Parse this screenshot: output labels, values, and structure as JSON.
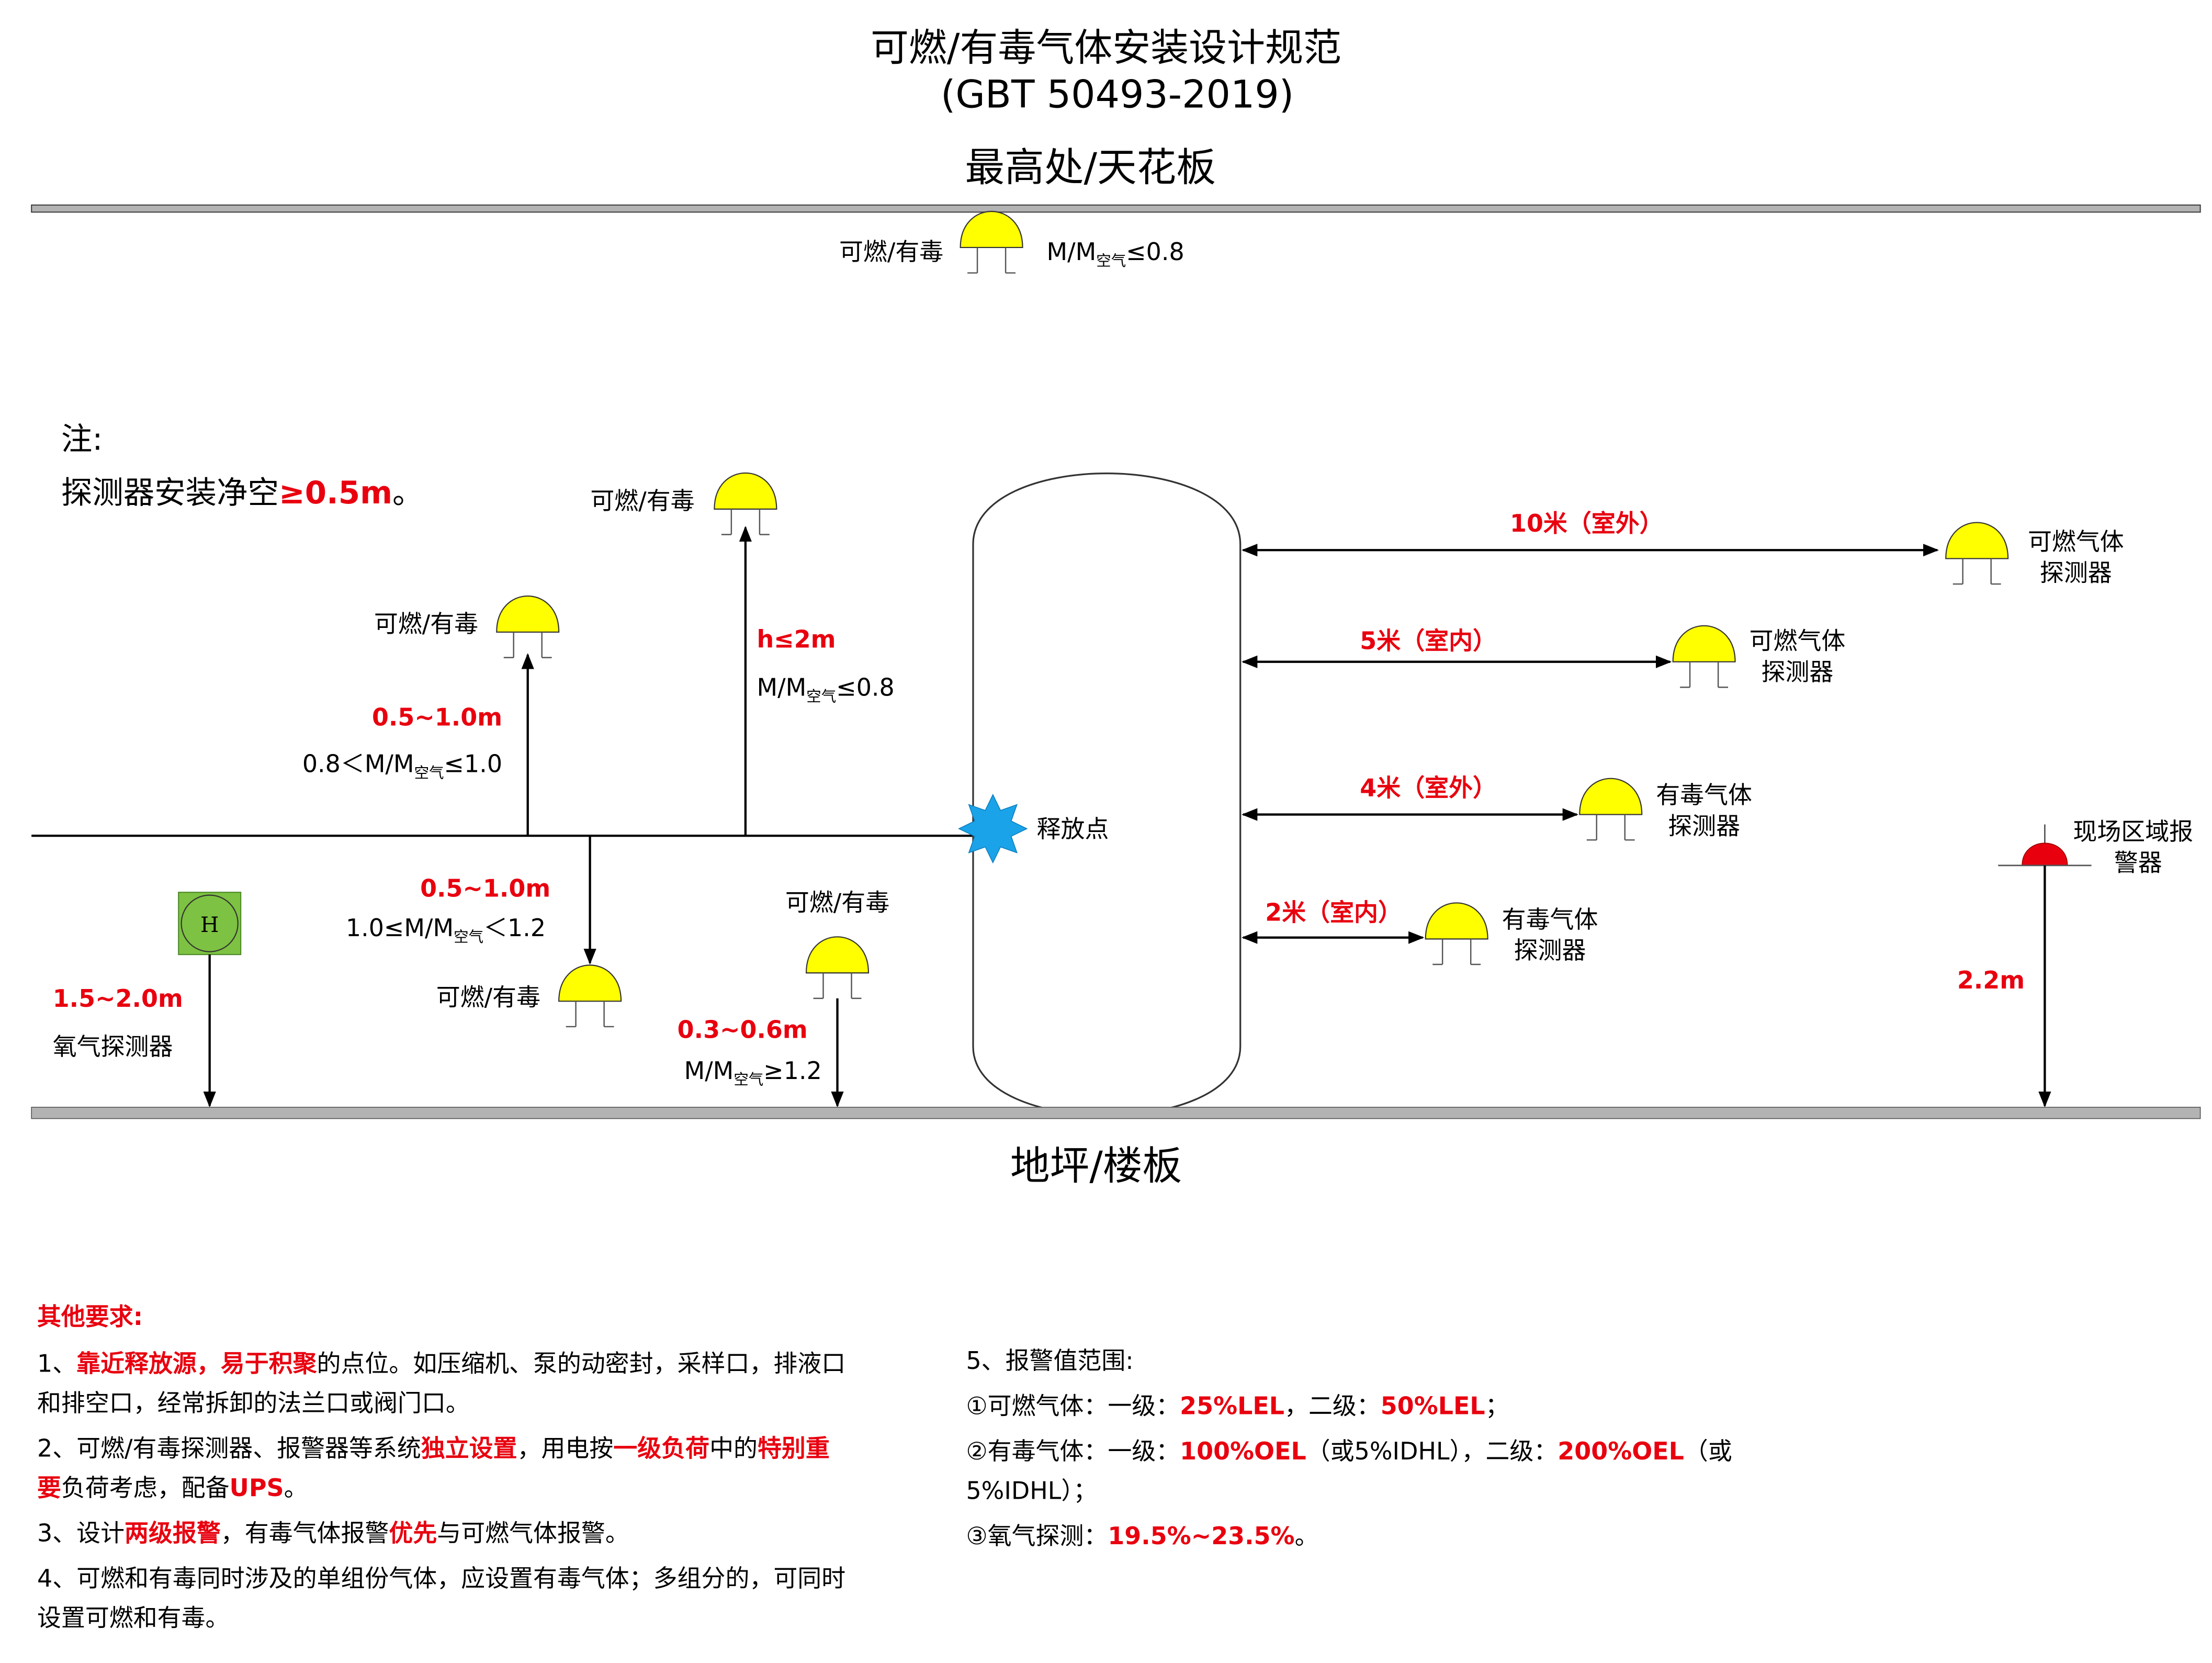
{
  "header": {
    "title": "可燃/有毒气体安装设计规范",
    "standard": "(GBT 50493-2019)",
    "ceiling_label": "最高处/天花板"
  },
  "floor_label": "地坪/楼板",
  "note": {
    "title": "注:",
    "text_pre": "探测器安装净空",
    "text_red": "≥0.5m",
    "text_post": "。"
  },
  "ratio_sub": "空气",
  "ceiling_detector": {
    "label": "可燃/有毒",
    "ratio_pre": "M/M",
    "ratio_post": "≤0.8"
  },
  "pipe_detectors": {
    "high": {
      "label": "可燃/有毒",
      "height": "h≤2m",
      "ratio_pre": "M/M",
      "ratio_post": "≤0.8"
    },
    "mid_up": {
      "label": "可燃/有毒",
      "height": "0.5~1.0m",
      "ratio_pre": "0.8＜M/M",
      "ratio_post": "≤1.0"
    },
    "mid_down": {
      "label": "可燃/有毒",
      "height": "0.5~1.0m",
      "ratio_pre": "1.0≤M/M",
      "ratio_post": "＜1.2"
    },
    "floor": {
      "label": "可燃/有毒",
      "height": "0.3~0.6m",
      "ratio_pre": "M/M",
      "ratio_post": "≥1.2"
    }
  },
  "release_point": "释放点",
  "oxygen_detector": {
    "symbol": "H",
    "height": "1.5~2.0m",
    "label": "氧气探测器"
  },
  "distance_detectors": [
    {
      "distance": "10米（室外）",
      "label_1": "可燃气体",
      "label_2": "探测器"
    },
    {
      "distance": "5米（室内）",
      "label_1": "可燃气体",
      "label_2": "探测器"
    },
    {
      "distance": "4米（室外）",
      "label_1": "有毒气体",
      "label_2": "探测器"
    },
    {
      "distance": "2米（室内）",
      "label_1": "有毒气体",
      "label_2": "探测器"
    }
  ],
  "alarm": {
    "label_1": "现场区域报",
    "label_2": "警器",
    "height": "2.2m"
  },
  "requirements": {
    "title": "其他要求:",
    "r1": {
      "a": "1、",
      "b": "靠近释放源，易于积聚",
      "c": "的点位。如压缩机、泵的动密封，采样口，排液口",
      "d": "和排空口，经常拆卸的法兰口或阀门口。"
    },
    "r2": {
      "a": "2、可燃/有毒探测器、报警器等系统",
      "b": "独立设置",
      "c": "，用电按",
      "d": "一级负荷",
      "e": "中的",
      "f": "特别重",
      "g": "要",
      "h": "负荷考虑，配备",
      "i": "UPS",
      "j": "。"
    },
    "r3": {
      "a": "3、设计",
      "b": "两级报警",
      "c": "，有毒气体报警",
      "d": "优先",
      "e": "与可燃气体报警。"
    },
    "r4": {
      "a": "4、可燃和有毒同时涉及的单组份气体，应设置有毒气体；多组分的，可同时",
      "b": "设置可燃和有毒。"
    }
  },
  "alarm_values": {
    "title": "5、报警值范围:",
    "v1": {
      "a": "①可燃气体：一级：",
      "b": "25%LEL",
      "c": "，二级：",
      "d": "50%LEL",
      "e": "；"
    },
    "v2": {
      "a": "②有毒气体：一级：",
      "b": "100%OEL",
      "c": "（或5%IDHL），二级：",
      "d": "200%OEL",
      "e": "（或",
      "f": "5%IDHL）；"
    },
    "v3": {
      "a": "③氧气探测：",
      "b": "19.5%~23.5%",
      "c": "。"
    }
  },
  "colors": {
    "red": "#e8000f",
    "detector": "#ffff00",
    "star": "#1aa3e8",
    "oxygen": "#7dc242",
    "bar": "#b3b3b3"
  }
}
